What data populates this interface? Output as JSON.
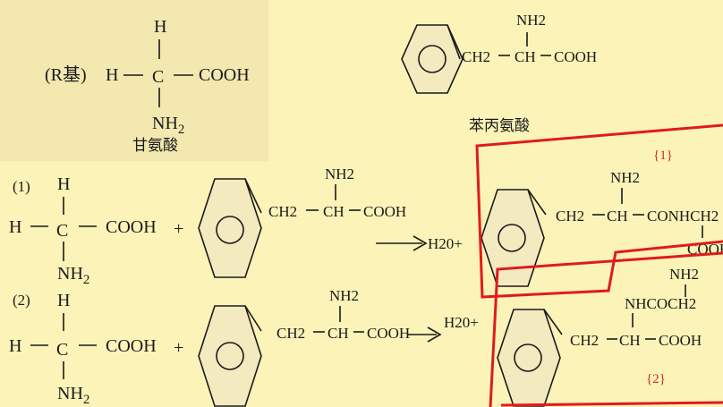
{
  "glycine_panel": {
    "r_group_label": "(R基)",
    "h": "H",
    "c": "C",
    "cooh": "COOH",
    "nh2": "NH",
    "nh2_sub": "2",
    "dash": "—",
    "bar": "|",
    "name": "甘氨酸"
  },
  "phenylalanine": {
    "nh2": "NH2",
    "ch2": "CH2",
    "ch": "CH",
    "cooh": "COOH",
    "name": "苯丙氨酸"
  },
  "reaction1": {
    "number": "(1)",
    "h_top": "H",
    "h_left": "H",
    "c": "C",
    "cooh": "COOH",
    "plus": "+",
    "nh2": "NH",
    "nh2_sub": "2",
    "phe_nh2": "NH2",
    "phe_ch2": "CH2",
    "phe_ch": "CH",
    "phe_cooh": "COOH",
    "product_prefix": "H20+",
    "label": "{1}",
    "product_nh2": "NH2",
    "product_ch2": "CH2",
    "product_ch": "CH",
    "product_tail": "CONHCH2",
    "product_cooh": "COOH"
  },
  "reaction2": {
    "number": "(2)",
    "h_top": "H",
    "h_left": "H",
    "c": "C",
    "cooh": "COOH",
    "plus": "+",
    "nh2": "NH",
    "nh2_sub": "2",
    "phe_nh2": "NH2",
    "phe_ch2": "CH2",
    "phe_ch": "CH",
    "phe_cooh": "COOH",
    "product_prefix": "H20+",
    "label": "{2}",
    "product_nh2": "NH2",
    "product_nhcoch2": "NHCOCH2",
    "product_ch2": "CH2",
    "product_ch": "CH",
    "product_cooh": "COOH"
  },
  "colors": {
    "background": "#fcf3b8",
    "highlight_box": "#e01b1b",
    "label_red": "#d62b1f",
    "ring_fill": "#f4eac0"
  }
}
